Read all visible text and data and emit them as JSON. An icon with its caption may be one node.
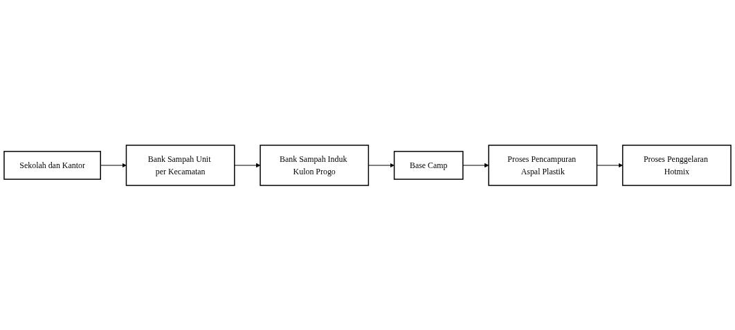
{
  "diagram": {
    "nodes": [
      {
        "text": [
          "Sekolah dan Kantor"
        ]
      },
      {
        "text": [
          "Bank Sampah Unit per Kecamatan"
        ]
      },
      {
        "text": [
          "Bank Sampah Induk Kulon Progo"
        ]
      },
      {
        "text": [
          "Base Camp"
        ]
      },
      {
        "text": [
          "Proses Pencampuran Aspal Plastik"
        ]
      },
      {
        "text": [
          "Proses Penggelaran Hotmix"
        ]
      }
    ],
    "edges": [
      {
        "from": 0,
        "to": 1,
        "arrow": "to"
      },
      {
        "from": 1,
        "to": 2,
        "arrow": "to"
      },
      {
        "from": 2,
        "to": 3,
        "arrow": "to"
      },
      {
        "from": 3,
        "to": 4,
        "arrow": "to"
      },
      {
        "from": 4,
        "to": 5,
        "arrow": "to"
      }
    ]
  }
}
